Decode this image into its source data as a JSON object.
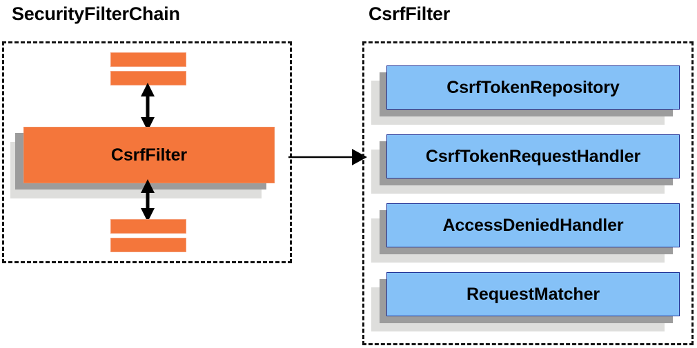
{
  "diagram": {
    "type": "component-relationship-diagram",
    "background_color": "#ffffff",
    "sections": [
      {
        "id": "security-filter-chain",
        "title": "SecurityFilterChain",
        "container_style": "dashed",
        "items": [
          {
            "kind": "filter-bar",
            "label": "",
            "color": "#f4763b"
          },
          {
            "kind": "filter-bar",
            "label": "",
            "color": "#f4763b"
          },
          {
            "kind": "filter-card",
            "label": "CsrfFilter",
            "color": "#f4763b"
          },
          {
            "kind": "filter-bar",
            "label": "",
            "color": "#f4763b"
          },
          {
            "kind": "filter-bar",
            "label": "",
            "color": "#f4763b"
          }
        ]
      },
      {
        "id": "csrf-filter",
        "title": "CsrfFilter",
        "container_style": "dashed",
        "items": [
          {
            "kind": "dependency-card",
            "label": "CsrfTokenRepository",
            "color": "#85c1f7"
          },
          {
            "kind": "dependency-card",
            "label": "CsrfTokenRequestHandler",
            "color": "#85c1f7"
          },
          {
            "kind": "dependency-card",
            "label": "AccessDeniedHandler",
            "color": "#85c1f7"
          },
          {
            "kind": "dependency-card",
            "label": "RequestMatcher",
            "color": "#85c1f7"
          }
        ]
      }
    ],
    "connectors": [
      {
        "id": "chain-up",
        "direction": "bidirectional-vertical",
        "from": "CsrfFilter",
        "to": "preceding-filters"
      },
      {
        "id": "chain-down",
        "direction": "bidirectional-vertical",
        "from": "CsrfFilter",
        "to": "following-filters"
      },
      {
        "id": "expand",
        "direction": "right",
        "from": "SecurityFilterChain",
        "to": "CsrfFilter"
      }
    ],
    "colors": {
      "orange_fill": "#f4763b",
      "orange_border": "#f49a74",
      "blue_fill": "#85c1f7",
      "blue_border": "#1b2f96",
      "shadow_dark": "#9c9c9c",
      "shadow_light": "#dededc",
      "dashed_border": "#111111",
      "text": "#000000"
    }
  }
}
